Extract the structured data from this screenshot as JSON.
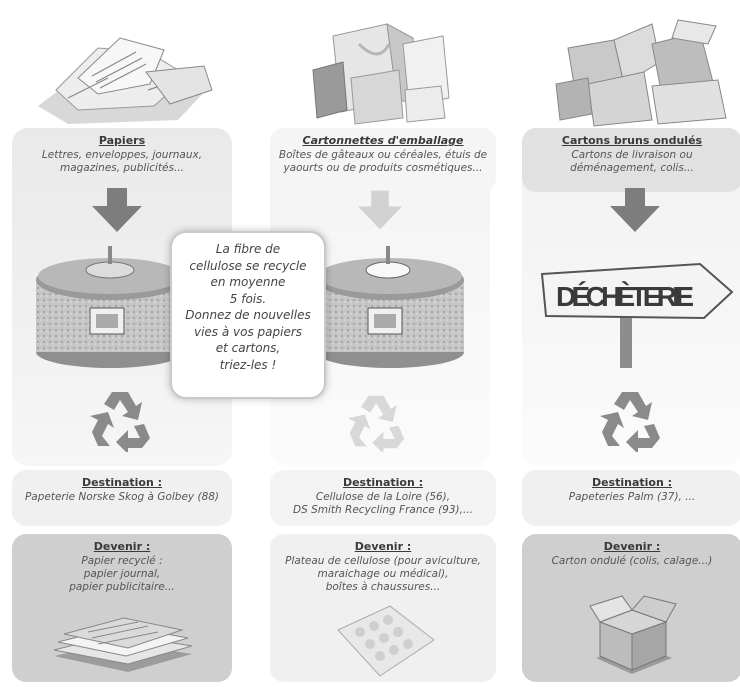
{
  "columns": [
    {
      "title": "Papiers",
      "description": "Lettres, enveloppes, journaux, magazines, publicités...",
      "destination_title": "Destination :",
      "destination": "Papeterie Norske Skog à Golbey (88)",
      "devenir_title": "Devenir :",
      "devenir_lines": [
        "Papier recyclé :",
        "papier journal,",
        "papier publicitaire..."
      ]
    },
    {
      "title": "Cartonnettes d'emballage",
      "description": "Boîtes de gâteaux ou céréales, étuis de yaourts ou de produits cosmétiques...",
      "destination_title": "Destination :",
      "destination_lines": [
        "Cellulose de la Loire (56),",
        "DS Smith Recycling France (93),..."
      ],
      "devenir_title": "Devenir :",
      "devenir_lines": [
        "Plateau de cellulose (pour aviculture,",
        "maraichage ou médical),",
        "boîtes à chaussures..."
      ]
    },
    {
      "title": "Cartons bruns ondulés",
      "description": "Cartons de livraison ou déménagement, colis...",
      "destination_title": "Destination :",
      "destination": "Papeteries Palm (37), ...",
      "devenir_title": "Devenir :",
      "devenir": "Carton ondulé (colis, calage...)"
    }
  ],
  "center_message": [
    "La fibre de",
    "cellulose se recycle",
    "en moyenne",
    "5 fois.",
    "Donnez de nouvelles",
    "vies à vos papiers",
    "et cartons,",
    "triez-les !"
  ],
  "sign_text": "DÉCHÈTERIE",
  "colors": {
    "panel_light": "#efefef",
    "panel_mid": "#e2e2e2",
    "panel_dark": "#cfcfcf",
    "arrow_dark": "#7d7d7d",
    "arrow_light": "#d2d2d2"
  },
  "icons": [
    "paper-pile-image",
    "cardboard-box-image",
    "brown-cartons-image",
    "down-arrow-icon",
    "recycling-container-image",
    "dechetterie-sign-image",
    "recycle-icon",
    "newspaper-stack-image",
    "egg-tray-image",
    "corrugated-box-image"
  ]
}
